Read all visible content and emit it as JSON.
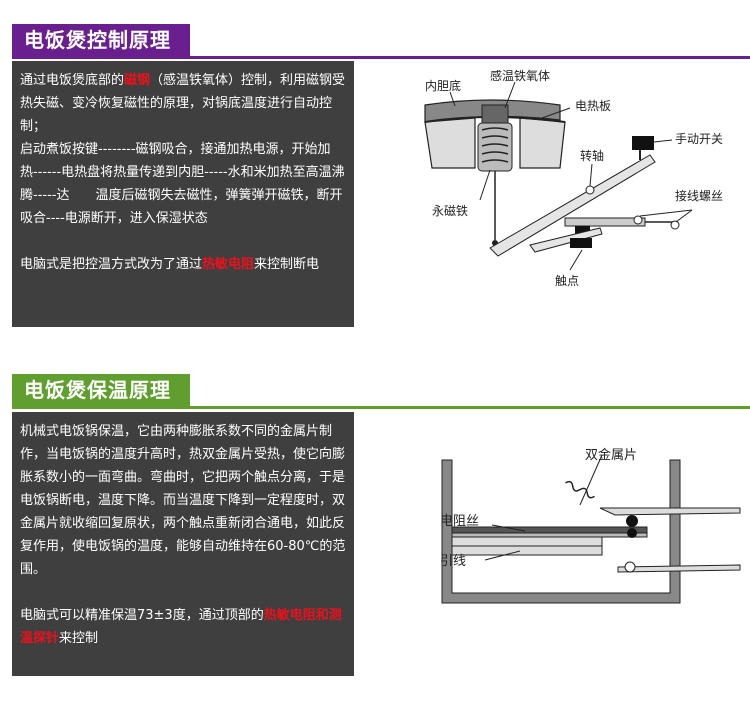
{
  "section1": {
    "title": "电饭煲控制原理",
    "para1_a": "通过电饭煲底部的",
    "para1_hl": "磁钢",
    "para1_b": "（感温铁氧体）控制，利用磁钢受热失磁、变冷恢复磁性的原理，对锅底温度进行自动控制；",
    "para2": "启动煮饭按键--------磁钢吸合，接通加热电源，开始加热------电热盘将热量传递到内胆-----水和米加热至高温沸腾-----达　　温度后磁钢失去磁性，弹簧弹开磁铁，断开吸合----电源断开，进入保湿状态",
    "para3_a": "电脑式是把控温方式改为了通过",
    "para3_hl": "热敏电阻",
    "para3_b": "来控制断电",
    "diagram": {
      "label_inner_pot": "内胆底",
      "label_ferrite": "感温铁氧体",
      "label_heating_plate": "电热板",
      "label_manual_switch": "手动开关",
      "label_shaft": "转轴",
      "label_magnet": "永磁铁",
      "label_terminal_screw": "接线螺丝",
      "label_contact": "触点"
    }
  },
  "section2": {
    "title": "电饭煲保温原理",
    "para1": "机械式电饭锅保温，它由两种膨胀系数不同的金属片制作，当电饭锅的温度升高时，热双金属片受热，使它向膨胀系数小的一面弯曲。弯曲时，它把两个触点分离，于是电饭锅断电，温度下降。而当温度下降到一定程度时，双金属片就收缩回复原状，两个触点重新闭合通电，如此反复作用，使电饭锅的温度，能够自动维持在60-80℃的范围。",
    "para2_a": "电脑式可以精准保温73±3度，通过顶部的",
    "para2_hl": "热敏电阻和测温探针",
    "para2_b": "来控制",
    "diagram": {
      "label_bimetal": "双金属片",
      "label_resistance_wire": "电阻丝",
      "label_lead": "引线"
    }
  }
}
